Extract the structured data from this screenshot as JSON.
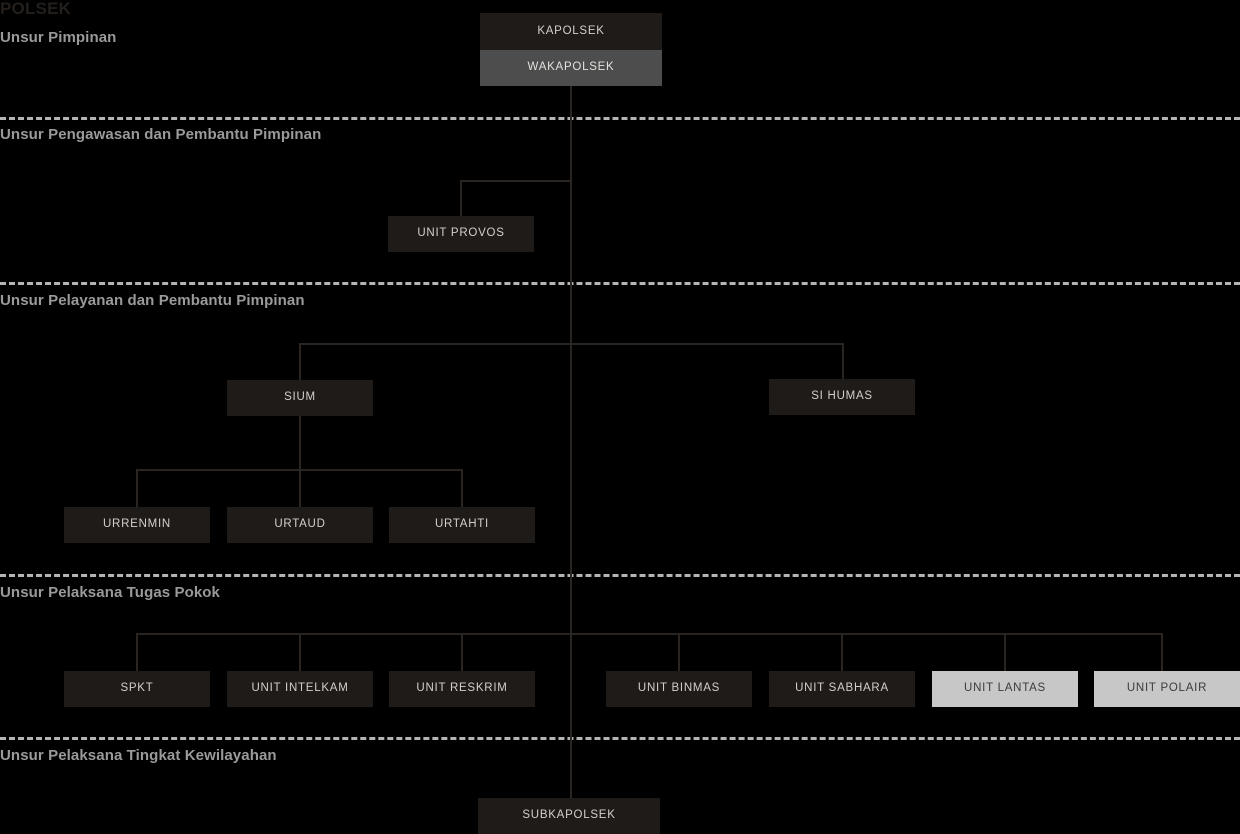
{
  "chart": {
    "org_title": "POLSEK",
    "background_color": "#000000",
    "box_dark_color": "#1f1b18",
    "box_mid_color": "#4d4d4d",
    "box_light_color": "#c7c7c7",
    "line_color": "#2b2521",
    "label_color": "#9a9a9a",
    "divider_color": "#b4b4b4"
  },
  "sections": [
    {
      "label": "Unsur Pimpinan"
    },
    {
      "label": "Unsur Pengawasan dan Pembantu Pimpinan"
    },
    {
      "label": "Unsur Pelayanan dan Pembantu Pimpinan"
    },
    {
      "label": "Unsur Pelaksana Tugas Pokok"
    },
    {
      "label": "Unsur Pelaksana Tingkat Kewilayahan"
    }
  ],
  "nodes": {
    "kapolsek": "KAPOLSEK",
    "wakapolsek": "WAKAPOLSEK",
    "unit_provos": "UNIT PROVOS",
    "sium": "SIUM",
    "si_humas": "SI HUMAS",
    "urrenmin": "URRENMIN",
    "urtaud": "URTAUD",
    "urtahti": "URTAHTI",
    "spkt": "SPKT",
    "unit_intelkam": "UNIT INTELKAM",
    "unit_reskrim": "UNIT RESKRIM",
    "unit_binmas": "UNIT BINMAS",
    "unit_sabhara": "UNIT SABHARA",
    "unit_lantas": "UNIT LANTAS",
    "unit_polair": "UNIT POLAIR",
    "subkapolsek": "SUBKAPOLSEK"
  }
}
